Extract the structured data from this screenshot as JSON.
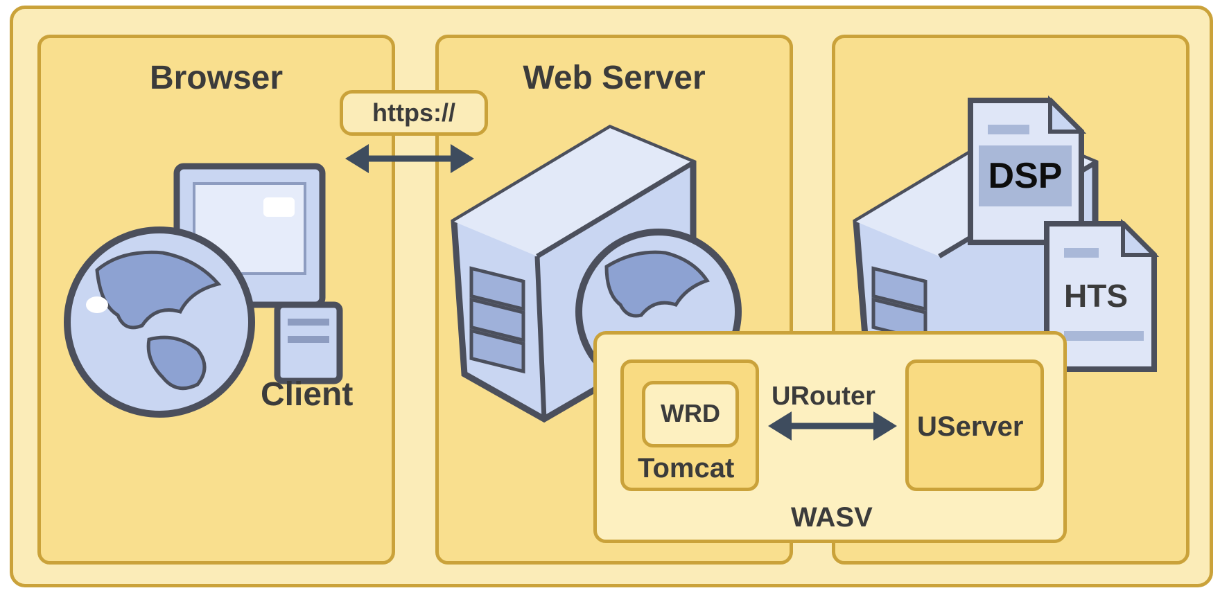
{
  "panels": {
    "browser": {
      "title": "Browser",
      "client_label": "Client"
    },
    "webserver": {
      "title": "Web Server"
    },
    "backend": {
      "title": ""
    }
  },
  "connection": {
    "protocol": "https://"
  },
  "wasv": {
    "label": "WASV",
    "tomcat": {
      "label": "Tomcat",
      "inner": "WRD"
    },
    "router_label": "URouter",
    "userver": {
      "label": "UServer"
    }
  },
  "documents": {
    "doc1": "DSP",
    "doc2": "HTS"
  },
  "colors": {
    "frame_fill": "#fbecb8",
    "panel_fill": "#f9df8e",
    "border": "#caa23a",
    "icon_blue": "#c9d6f2",
    "icon_outline": "#4b4f5c",
    "arrow": "#3e4c5e"
  },
  "icons": [
    "globe-icon",
    "computer-monitor-icon",
    "server-tower-icon",
    "document-icon",
    "double-arrow-icon"
  ]
}
